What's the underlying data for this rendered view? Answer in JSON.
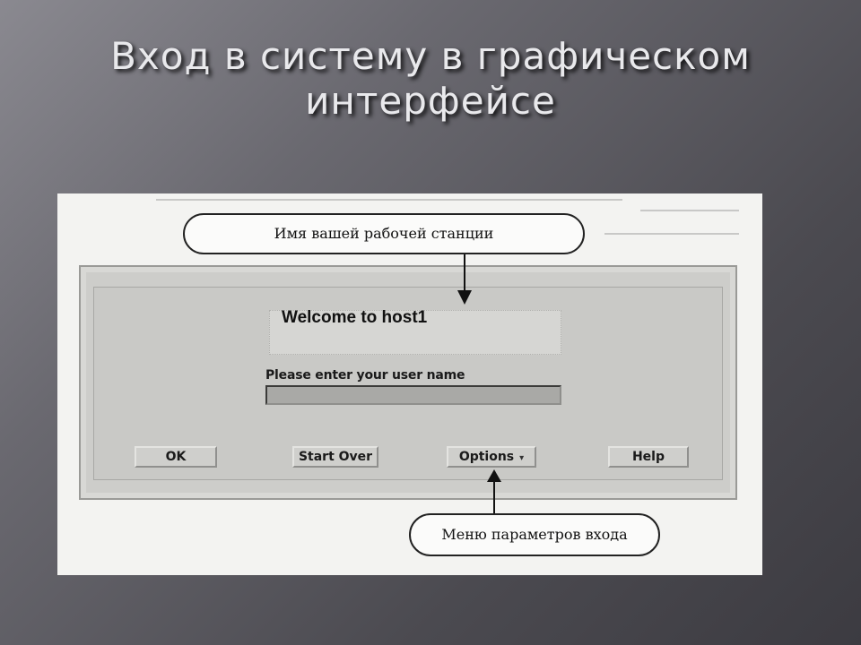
{
  "slide": {
    "title_line1": "Вход в систему в графическом",
    "title_line2": "интерфейсе"
  },
  "login": {
    "welcome": "Welcome to host1",
    "prompt": "Please enter your user name",
    "username_value": "",
    "buttons": {
      "ok": "OK",
      "start_over": "Start Over",
      "options": "Options",
      "help": "Help"
    }
  },
  "callouts": {
    "workstation_name": "Имя вашей рабочей станции",
    "login_options_menu": "Меню параметров входа"
  },
  "colors": {
    "background_dark": "#3c3b41",
    "title_text": "#e9e9ec",
    "window_gray": "#cdcdca"
  },
  "icons": {
    "options_dropdown": "triangle-down-icon"
  }
}
